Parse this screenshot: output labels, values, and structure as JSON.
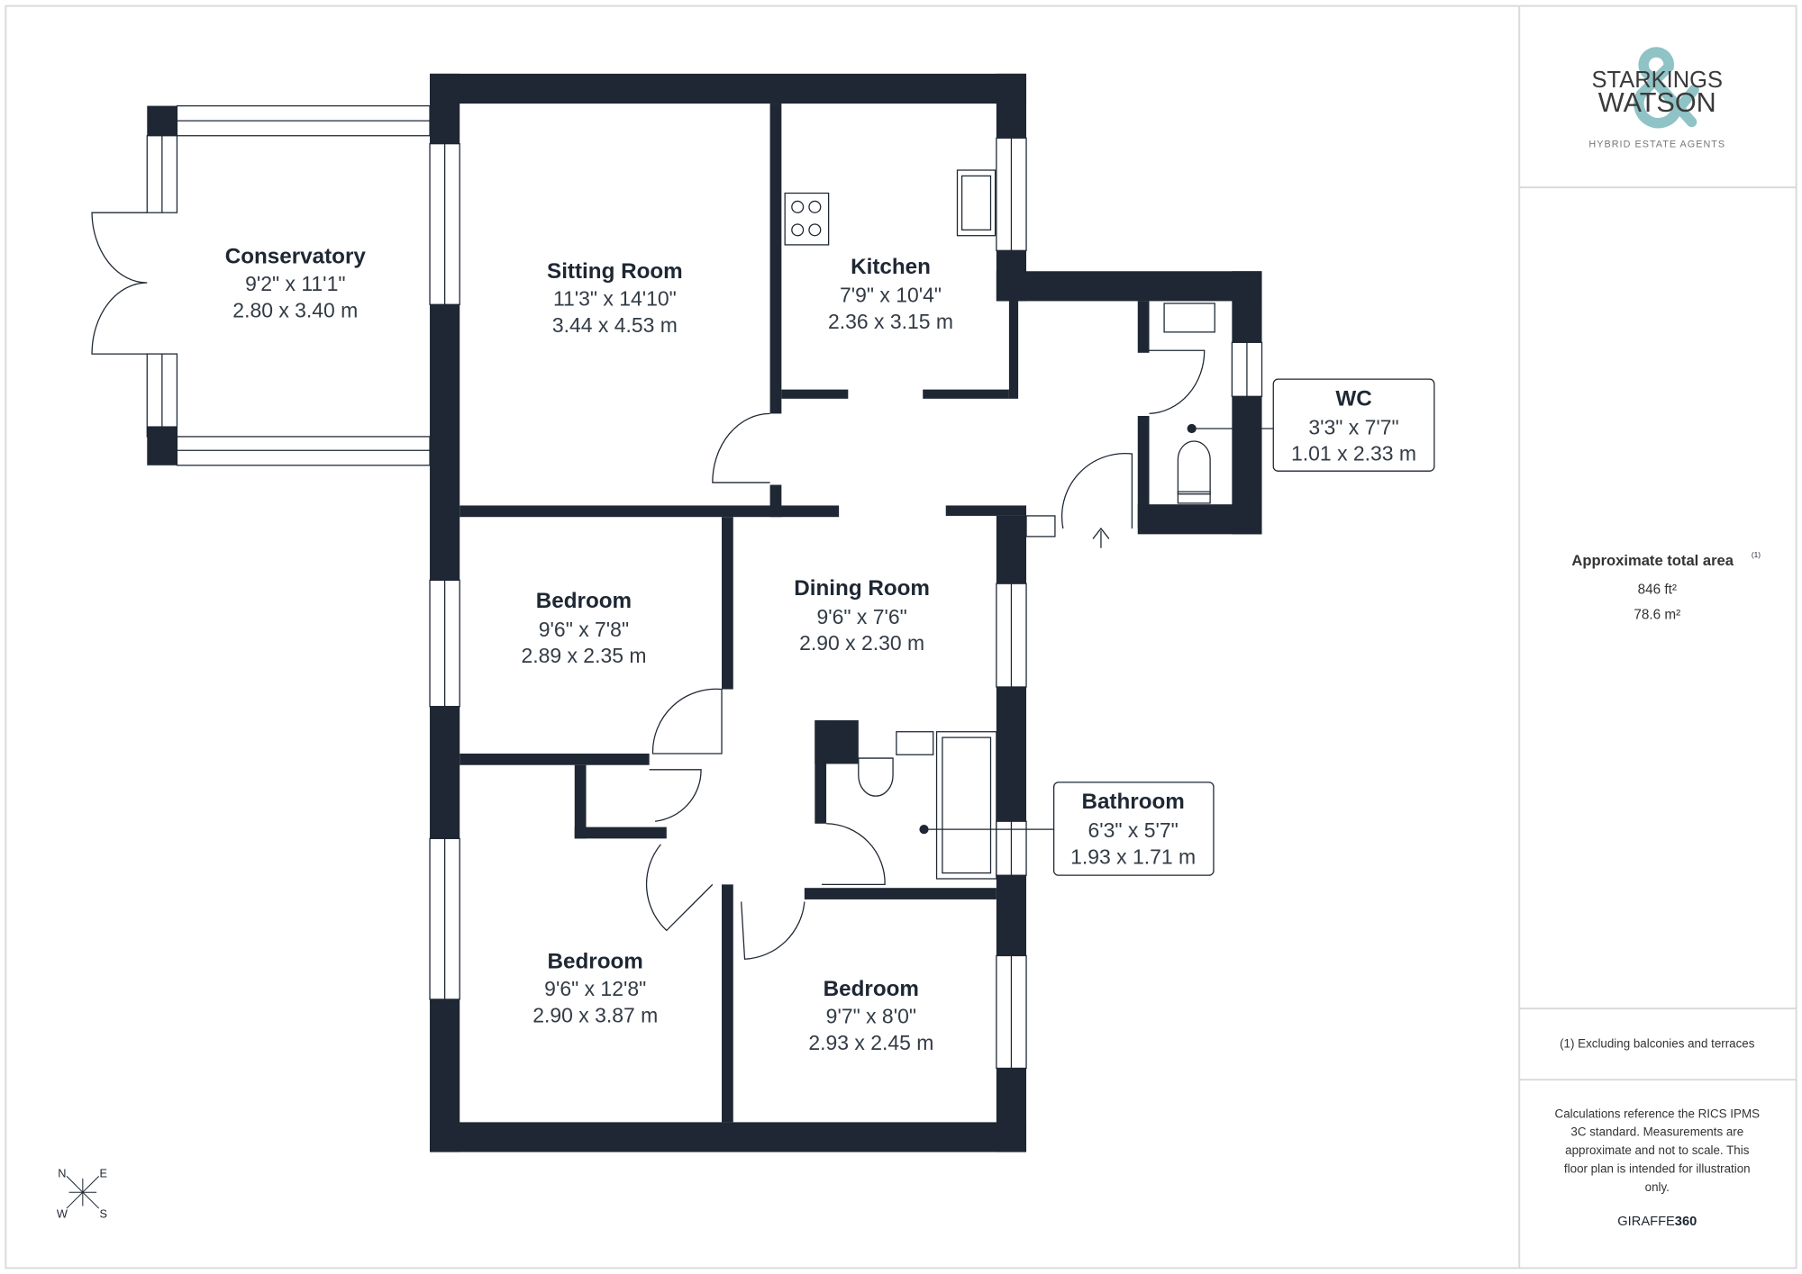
{
  "brand": {
    "name_line1": "STARKINGS",
    "name_line2": "WATSON",
    "tagline": "HYBRID ESTATE AGENTS",
    "accent_color": "#8fc3c6",
    "text_color": "#3a3a3a"
  },
  "rooms": [
    {
      "name": "Conservatory",
      "imperial": "9'2\" x 11'1\"",
      "metric": "2.80 x 3.40 m"
    },
    {
      "name": "Sitting Room",
      "imperial": "11'3\" x 14'10\"",
      "metric": "3.44 x 4.53 m"
    },
    {
      "name": "Kitchen",
      "imperial": "7'9\" x 10'4\"",
      "metric": "2.36 x 3.15 m"
    },
    {
      "name": "WC",
      "imperial": "3'3\" x 7'7\"",
      "metric": "1.01 x 2.33 m"
    },
    {
      "name": "Bedroom",
      "imperial": "9'6\" x 7'8\"",
      "metric": "2.89 x 2.35 m"
    },
    {
      "name": "Dining Room",
      "imperial": "9'6\" x 7'6\"",
      "metric": "2.90 x 2.30 m"
    },
    {
      "name": "Bathroom",
      "imperial": "6'3\" x 5'7\"",
      "metric": "1.93 x 1.71 m"
    },
    {
      "name": "Bedroom",
      "imperial": "9'6\" x 12'8\"",
      "metric": "2.90 x 3.87 m"
    },
    {
      "name": "Bedroom",
      "imperial": "9'7\" x 8'0\"",
      "metric": "2.93 x 2.45 m"
    }
  ],
  "area": {
    "title": "Approximate total area",
    "footnote_mark": "(1)",
    "imperial": "846 ft²",
    "metric": "78.6 m²"
  },
  "footnote": "(1) Excluding balconies and terraces",
  "disclaimer": [
    "Calculations reference the RICS IPMS",
    "3C standard. Measurements are",
    "approximate and not to scale. This",
    "floor plan is intended for illustration",
    "only."
  ],
  "provider": {
    "part1": "GIRAFFE",
    "part2": "360"
  },
  "compass": {
    "n": "N",
    "e": "E",
    "w": "W",
    "s": "S"
  },
  "colors": {
    "wall": "#1e2733",
    "border": "#d9d9d9"
  }
}
